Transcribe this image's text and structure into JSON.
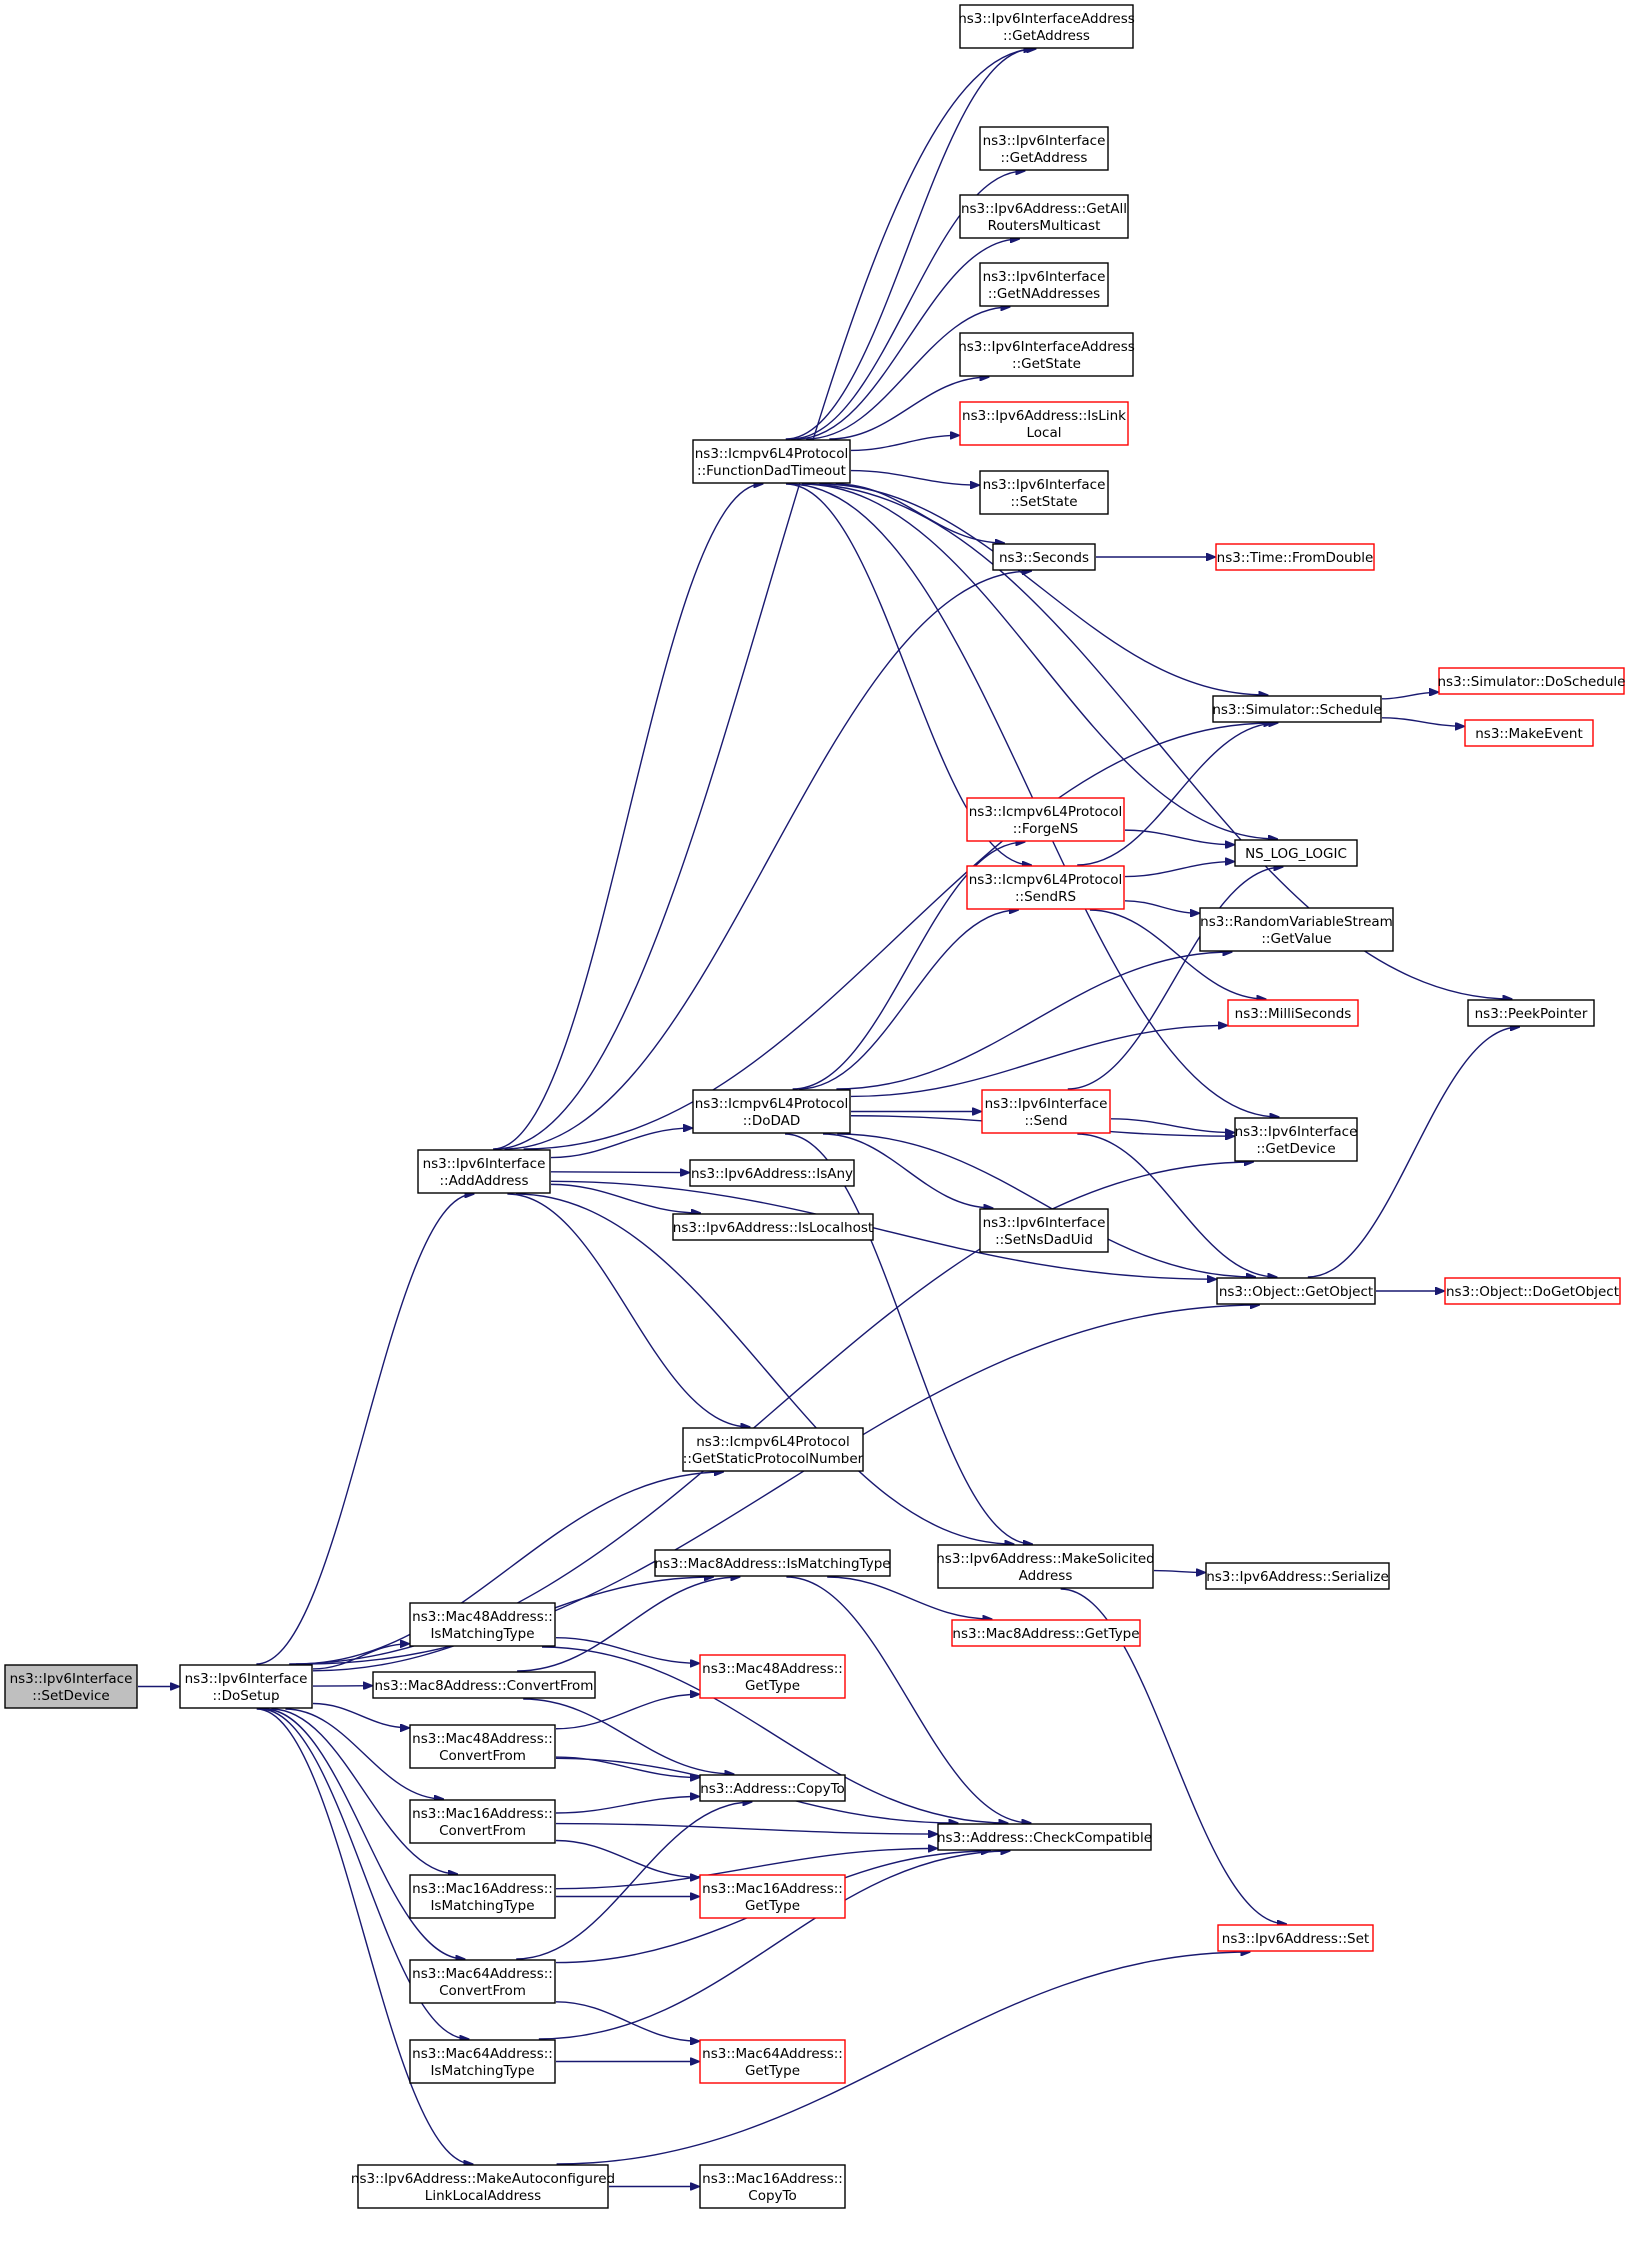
{
  "colors": {
    "edge": "#191970",
    "border": "#000000",
    "truncated": "#ff0000",
    "root_fill": "#bfbfbf"
  },
  "nodes": [
    {
      "id": "setdevice",
      "lines": [
        "ns3::Ipv6Interface",
        "::SetDevice"
      ],
      "style": "root"
    },
    {
      "id": "dosetup",
      "lines": [
        "ns3::Ipv6Interface",
        "::DoSetup"
      ],
      "style": "normal"
    },
    {
      "id": "addaddress",
      "lines": [
        "ns3::Ipv6Interface",
        "::AddAddress"
      ],
      "style": "normal"
    },
    {
      "id": "fdt",
      "lines": [
        "ns3::Icmpv6L4Protocol",
        "::FunctionDadTimeout"
      ],
      "style": "normal"
    },
    {
      "id": "ifaddr_getaddr",
      "lines": [
        "ns3::Ipv6InterfaceAddress",
        "::GetAddress"
      ],
      "style": "normal"
    },
    {
      "id": "if_getaddr",
      "lines": [
        "ns3::Ipv6Interface",
        "::GetAddress"
      ],
      "style": "normal"
    },
    {
      "id": "getallrouters",
      "lines": [
        "ns3::Ipv6Address::GetAll",
        "RoutersMulticast"
      ],
      "style": "normal"
    },
    {
      "id": "getnaddr",
      "lines": [
        "ns3::Ipv6Interface",
        "::GetNAddresses"
      ],
      "style": "normal"
    },
    {
      "id": "ifaddr_getstate",
      "lines": [
        "ns3::Ipv6InterfaceAddress",
        "::GetState"
      ],
      "style": "normal"
    },
    {
      "id": "islinklocal",
      "lines": [
        "ns3::Ipv6Address::IsLink",
        "Local"
      ],
      "style": "truncated"
    },
    {
      "id": "setstate",
      "lines": [
        "ns3::Ipv6Interface",
        "::SetState"
      ],
      "style": "normal"
    },
    {
      "id": "seconds",
      "lines": [
        "ns3::Seconds"
      ],
      "style": "normal"
    },
    {
      "id": "fromdouble",
      "lines": [
        "ns3::Time::FromDouble"
      ],
      "style": "truncated"
    },
    {
      "id": "schedule",
      "lines": [
        "ns3::Simulator::Schedule"
      ],
      "style": "normal"
    },
    {
      "id": "doschedule",
      "lines": [
        "ns3::Simulator::DoSchedule"
      ],
      "style": "truncated"
    },
    {
      "id": "makeevent",
      "lines": [
        "ns3::MakeEvent"
      ],
      "style": "truncated"
    },
    {
      "id": "forgens",
      "lines": [
        "ns3::Icmpv6L4Protocol",
        "::ForgeNS"
      ],
      "style": "truncated"
    },
    {
      "id": "sendrs",
      "lines": [
        "ns3::Icmpv6L4Protocol",
        "::SendRS"
      ],
      "style": "truncated"
    },
    {
      "id": "nslog",
      "lines": [
        "NS_LOG_LOGIC"
      ],
      "style": "normal"
    },
    {
      "id": "rvs",
      "lines": [
        "ns3::RandomVariableStream",
        "::GetValue"
      ],
      "style": "normal"
    },
    {
      "id": "peek",
      "lines": [
        "ns3::PeekPointer"
      ],
      "style": "normal"
    },
    {
      "id": "millis",
      "lines": [
        "ns3::MilliSeconds"
      ],
      "style": "truncated"
    },
    {
      "id": "dodad",
      "lines": [
        "ns3::Icmpv6L4Protocol",
        "::DoDAD"
      ],
      "style": "normal"
    },
    {
      "id": "ifsend",
      "lines": [
        "ns3::Ipv6Interface",
        "::Send"
      ],
      "style": "truncated"
    },
    {
      "id": "getdevice",
      "lines": [
        "ns3::Ipv6Interface",
        "::GetDevice"
      ],
      "style": "normal"
    },
    {
      "id": "isany",
      "lines": [
        "ns3::Ipv6Address::IsAny"
      ],
      "style": "normal"
    },
    {
      "id": "islocalhost",
      "lines": [
        "ns3::Ipv6Address::IsLocalhost"
      ],
      "style": "normal"
    },
    {
      "id": "setnsdaduid",
      "lines": [
        "ns3::Ipv6Interface",
        "::SetNsDadUid"
      ],
      "style": "normal"
    },
    {
      "id": "getobject",
      "lines": [
        "ns3::Object::GetObject"
      ],
      "style": "normal"
    },
    {
      "id": "dogetobject",
      "lines": [
        "ns3::Object::DoGetObject"
      ],
      "style": "truncated"
    },
    {
      "id": "getstaticproto",
      "lines": [
        "ns3::Icmpv6L4Protocol",
        "::GetStaticProtocolNumber"
      ],
      "style": "normal"
    },
    {
      "id": "mac8_ismatch",
      "lines": [
        "ns3::Mac8Address::IsMatchingType"
      ],
      "style": "normal"
    },
    {
      "id": "makesolicited",
      "lines": [
        "ns3::Ipv6Address::MakeSolicited",
        "Address"
      ],
      "style": "normal"
    },
    {
      "id": "serialize",
      "lines": [
        "ns3::Ipv6Address::Serialize"
      ],
      "style": "normal"
    },
    {
      "id": "mac8_gettype",
      "lines": [
        "ns3::Mac8Address::GetType"
      ],
      "style": "truncated"
    },
    {
      "id": "mac48_ismatch",
      "lines": [
        "ns3::Mac48Address::",
        "IsMatchingType"
      ],
      "style": "normal"
    },
    {
      "id": "mac48_gettype",
      "lines": [
        "ns3::Mac48Address::",
        "GetType"
      ],
      "style": "truncated"
    },
    {
      "id": "mac8_convert",
      "lines": [
        "ns3::Mac8Address::ConvertFrom"
      ],
      "style": "normal"
    },
    {
      "id": "mac48_convert",
      "lines": [
        "ns3::Mac48Address::",
        "ConvertFrom"
      ],
      "style": "normal"
    },
    {
      "id": "copyto",
      "lines": [
        "ns3::Address::CopyTo"
      ],
      "style": "normal"
    },
    {
      "id": "mac16_convert",
      "lines": [
        "ns3::Mac16Address::",
        "ConvertFrom"
      ],
      "style": "normal"
    },
    {
      "id": "checkcompat",
      "lines": [
        "ns3::Address::CheckCompatible"
      ],
      "style": "normal"
    },
    {
      "id": "mac16_ismatch",
      "lines": [
        "ns3::Mac16Address::",
        "IsMatchingType"
      ],
      "style": "normal"
    },
    {
      "id": "mac16_gettype",
      "lines": [
        "ns3::Mac16Address::",
        "GetType"
      ],
      "style": "truncated"
    },
    {
      "id": "ipv6set",
      "lines": [
        "ns3::Ipv6Address::Set"
      ],
      "style": "truncated"
    },
    {
      "id": "mac64_convert",
      "lines": [
        "ns3::Mac64Address::",
        "ConvertFrom"
      ],
      "style": "normal"
    },
    {
      "id": "mac64_ismatch",
      "lines": [
        "ns3::Mac64Address::",
        "IsMatchingType"
      ],
      "style": "normal"
    },
    {
      "id": "mac64_gettype",
      "lines": [
        "ns3::Mac64Address::",
        "GetType"
      ],
      "style": "truncated"
    },
    {
      "id": "makeautoconf",
      "lines": [
        "ns3::Ipv6Address::MakeAutoconfigured",
        "LinkLocalAddress"
      ],
      "style": "normal"
    },
    {
      "id": "mac16_copyto",
      "lines": [
        "ns3::Mac16Address::",
        "CopyTo"
      ],
      "style": "normal"
    }
  ],
  "edges": [
    [
      "setdevice",
      "dosetup"
    ],
    [
      "dosetup",
      "addaddress"
    ],
    [
      "dosetup",
      "getobject"
    ],
    [
      "dosetup",
      "getdevice"
    ],
    [
      "dosetup",
      "getstaticproto"
    ],
    [
      "dosetup",
      "mac8_ismatch"
    ],
    [
      "dosetup",
      "mac48_ismatch"
    ],
    [
      "dosetup",
      "mac8_convert"
    ],
    [
      "dosetup",
      "mac48_convert"
    ],
    [
      "dosetup",
      "mac16_convert"
    ],
    [
      "dosetup",
      "mac16_ismatch"
    ],
    [
      "dosetup",
      "mac64_convert"
    ],
    [
      "dosetup",
      "mac64_ismatch"
    ],
    [
      "dosetup",
      "makeautoconf"
    ],
    [
      "addaddress",
      "ifaddr_getaddr"
    ],
    [
      "addaddress",
      "fdt"
    ],
    [
      "addaddress",
      "seconds"
    ],
    [
      "addaddress",
      "schedule"
    ],
    [
      "addaddress",
      "dodad"
    ],
    [
      "addaddress",
      "isany"
    ],
    [
      "addaddress",
      "islocalhost"
    ],
    [
      "addaddress",
      "getobject"
    ],
    [
      "addaddress",
      "getstaticproto"
    ],
    [
      "addaddress",
      "makesolicited"
    ],
    [
      "fdt",
      "ifaddr_getaddr"
    ],
    [
      "fdt",
      "if_getaddr"
    ],
    [
      "fdt",
      "getallrouters"
    ],
    [
      "fdt",
      "getnaddr"
    ],
    [
      "fdt",
      "ifaddr_getstate"
    ],
    [
      "fdt",
      "islinklocal"
    ],
    [
      "fdt",
      "setstate"
    ],
    [
      "fdt",
      "seconds"
    ],
    [
      "fdt",
      "schedule"
    ],
    [
      "fdt",
      "sendrs"
    ],
    [
      "fdt",
      "nslog"
    ],
    [
      "fdt",
      "getdevice"
    ],
    [
      "fdt",
      "peek"
    ],
    [
      "seconds",
      "fromdouble"
    ],
    [
      "schedule",
      "doschedule"
    ],
    [
      "schedule",
      "makeevent"
    ],
    [
      "forgens",
      "nslog"
    ],
    [
      "sendrs",
      "nslog"
    ],
    [
      "sendrs",
      "schedule"
    ],
    [
      "sendrs",
      "rvs"
    ],
    [
      "sendrs",
      "millis"
    ],
    [
      "dodad",
      "forgens"
    ],
    [
      "dodad",
      "sendrs"
    ],
    [
      "dodad",
      "rvs"
    ],
    [
      "dodad",
      "millis"
    ],
    [
      "dodad",
      "ifsend"
    ],
    [
      "dodad",
      "getdevice"
    ],
    [
      "dodad",
      "setnsdaduid"
    ],
    [
      "dodad",
      "getobject"
    ],
    [
      "dodad",
      "makesolicited"
    ],
    [
      "ifsend",
      "nslog"
    ],
    [
      "ifsend",
      "getdevice"
    ],
    [
      "ifsend",
      "getobject"
    ],
    [
      "getobject",
      "dogetobject"
    ],
    [
      "getobject",
      "peek"
    ],
    [
      "mac8_ismatch",
      "mac8_gettype"
    ],
    [
      "mac8_ismatch",
      "checkcompat"
    ],
    [
      "mac48_ismatch",
      "mac48_gettype"
    ],
    [
      "mac48_ismatch",
      "checkcompat"
    ],
    [
      "mac8_convert",
      "mac8_ismatch"
    ],
    [
      "mac8_convert",
      "copyto"
    ],
    [
      "mac48_convert",
      "mac48_gettype"
    ],
    [
      "mac48_convert",
      "copyto"
    ],
    [
      "mac48_convert",
      "checkcompat"
    ],
    [
      "mac16_convert",
      "copyto"
    ],
    [
      "mac16_convert",
      "checkcompat"
    ],
    [
      "mac16_convert",
      "mac16_gettype"
    ],
    [
      "mac16_ismatch",
      "mac16_gettype"
    ],
    [
      "mac16_ismatch",
      "checkcompat"
    ],
    [
      "mac64_convert",
      "copyto"
    ],
    [
      "mac64_convert",
      "checkcompat"
    ],
    [
      "mac64_convert",
      "mac64_gettype"
    ],
    [
      "mac64_ismatch",
      "mac64_gettype"
    ],
    [
      "mac64_ismatch",
      "checkcompat"
    ],
    [
      "makeautoconf",
      "mac16_copyto"
    ],
    [
      "makeautoconf",
      "ipv6set"
    ],
    [
      "makesolicited",
      "serialize"
    ],
    [
      "makesolicited",
      "ipv6set"
    ]
  ]
}
